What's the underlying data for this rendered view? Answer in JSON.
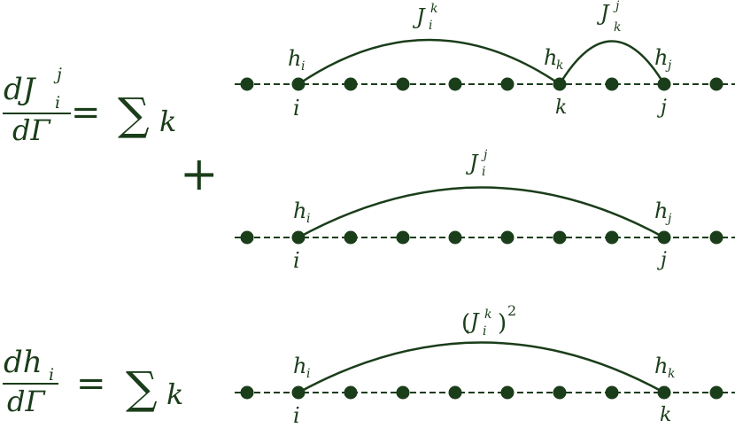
{
  "colors": {
    "ink": "#1a3d1a",
    "background": "#ffffff"
  },
  "equations": {
    "coupling": {
      "lhs": {
        "numerator": "dJ",
        "sub": "i",
        "sup": "j",
        "denominator": "dΓ"
      },
      "equals": "=",
      "sum_symbol": "∑",
      "sum_index": "k",
      "plus": "+"
    },
    "field": {
      "lhs": {
        "numerator": "dh",
        "sub": "i",
        "denominator": "dΓ"
      },
      "equals": "=",
      "sum_symbol": "∑",
      "sum_index": "k"
    }
  },
  "diagrams": {
    "d1": {
      "site_labels": {
        "i": "i",
        "k": "k",
        "j": "j"
      },
      "field_labels": {
        "hi": {
          "h": "h",
          "sub": "i"
        },
        "hk": {
          "h": "h",
          "sub": "k"
        },
        "hj": {
          "h": "h",
          "sub": "j"
        }
      },
      "arc_labels": {
        "big": {
          "J": "J",
          "sub": "i",
          "sup": "k"
        },
        "small": {
          "J": "J",
          "sub": "k",
          "sup": "j"
        }
      }
    },
    "d2": {
      "site_labels": {
        "i": "i",
        "j": "j"
      },
      "field_labels": {
        "hi": {
          "h": "h",
          "sub": "i"
        },
        "hj": {
          "h": "h",
          "sub": "j"
        }
      },
      "arc_label": {
        "J": "J",
        "sub": "i",
        "sup": "j"
      }
    },
    "d3": {
      "site_labels": {
        "i": "i",
        "k": "k"
      },
      "field_labels": {
        "hi": {
          "h": "h",
          "sub": "i"
        },
        "hk": {
          "h": "h",
          "sub": "k"
        }
      },
      "arc_label": {
        "open": "(",
        "J": "J",
        "sub": "i",
        "sup": "k",
        "close": ")",
        "power": "2"
      }
    }
  }
}
